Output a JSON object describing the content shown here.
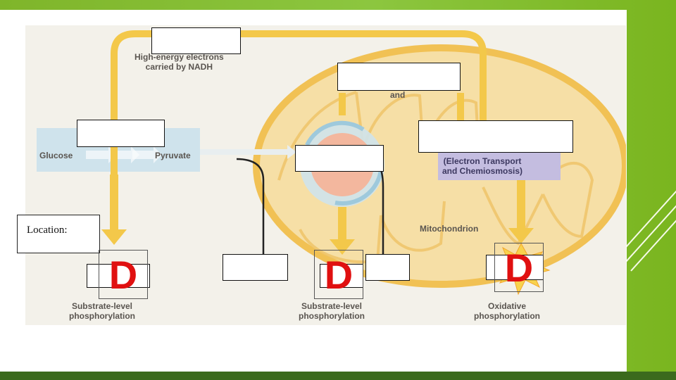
{
  "colors": {
    "arrow_yellow": "#f3c84a",
    "mito_fill": "#f6dfa6",
    "mito_outline": "#f1c154",
    "glycolysis_box": "#cfe3ec",
    "etc_box": "#c4bde0",
    "krebs_center": "#f3b79e",
    "d_red": "#e01010",
    "slide_bg_green": "#8cc63f"
  },
  "labels": {
    "nadh": "High-energy electrons\ncarried by NADH",
    "and": "and",
    "glucose": "Glucose",
    "pyruvate": "Pyruvate",
    "etc": "(Electron Transport\nand Chemiosmosis)",
    "mitochondrion": "Mitochondrion",
    "substrate_left": "Substrate-level\nphosphorylation",
    "substrate_mid": "Substrate-level\nphosphorylation",
    "oxidative": "Oxidative\nphosphorylation"
  },
  "location": {
    "label": "Location:"
  },
  "d_marks": {
    "left": "D",
    "middle": "D",
    "right": "D"
  }
}
